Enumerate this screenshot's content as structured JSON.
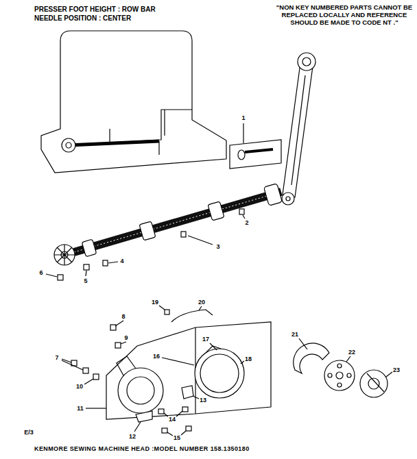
{
  "diagram": {
    "caption": "KENMORE SEWING MACHINE HEAD :MODEL NUMBER 158.1350180",
    "labels": [
      "PRESSER FOOT HEIGHT : ROW BAR",
      "NEEDLE POSITION : CENTER",
      "\"NON KEY NUMBERED PARTS CANNOT BE REPLACED LOCALLY AND REFERENCE SHOULD BE MADE TO CODE NT .\"",
      "1",
      "2",
      "3",
      "4",
      "5",
      "6",
      "7",
      "8",
      "9",
      "10",
      "11",
      "12",
      "13",
      "14",
      "15",
      "16",
      "17",
      "18",
      "19",
      "20",
      "21",
      "22",
      "23",
      "E/3"
    ]
  }
}
